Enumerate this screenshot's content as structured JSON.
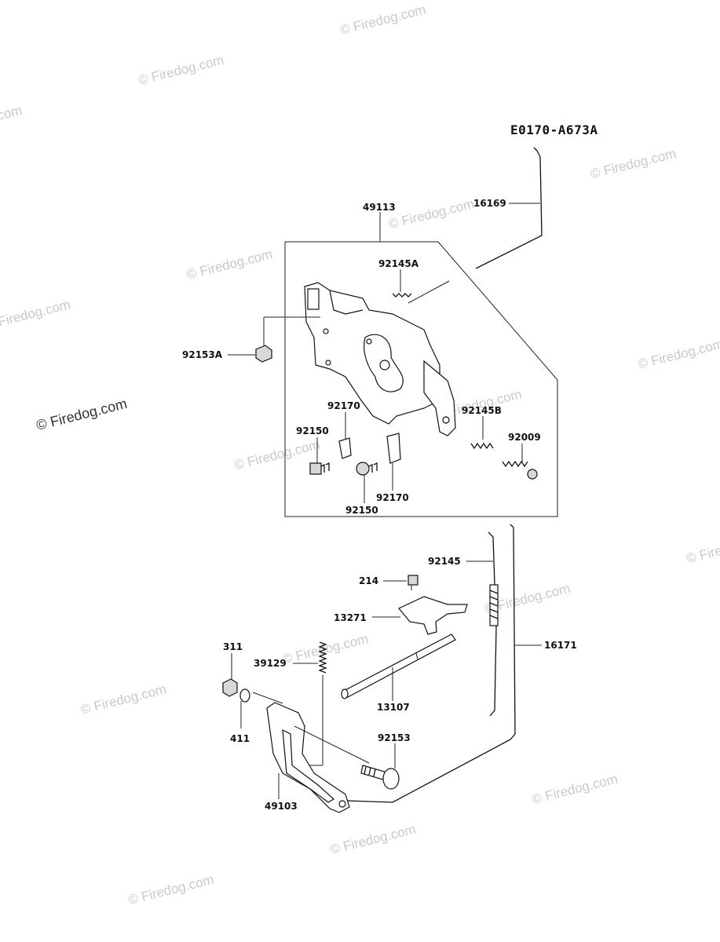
{
  "diagram_code": "E0170-A673A",
  "watermark_text": "© Firedog.com",
  "parts": {
    "p49113": "49113",
    "p16169": "16169",
    "p92145A": "92145A",
    "p92153A": "92153A",
    "p92170a": "92170",
    "p92145B": "92145B",
    "p92150a": "92150",
    "p92009": "92009",
    "p92170b": "92170",
    "p92150b": "92150",
    "p92145": "92145",
    "p214": "214",
    "p13271": "13271",
    "p16171": "16171",
    "p311": "311",
    "p39129": "39129",
    "p13107": "13107",
    "p411": "411",
    "p92153": "92153",
    "p49103": "49103"
  }
}
